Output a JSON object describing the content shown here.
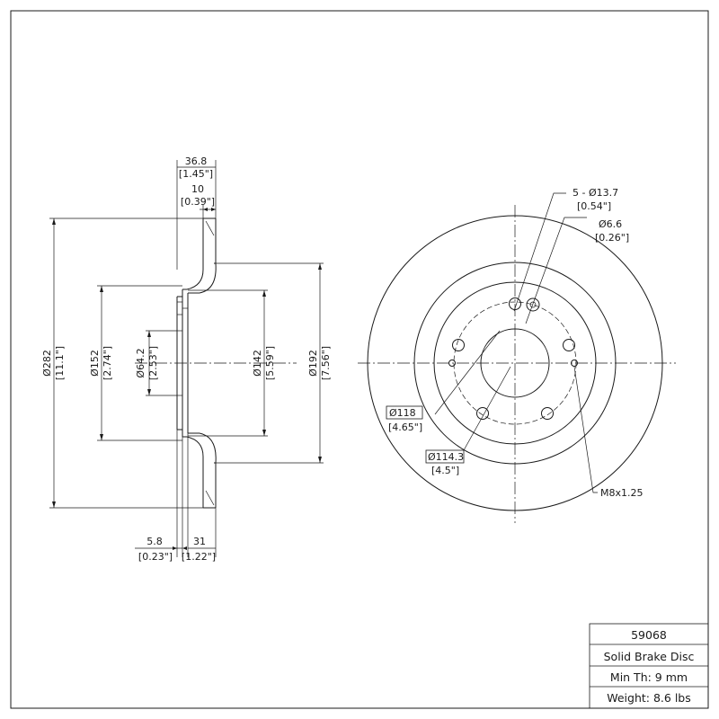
{
  "side_view": {
    "overall_width": {
      "mm": "36.8",
      "in": "[1.45\"]"
    },
    "hat_depth": {
      "mm": "10",
      "in": "[0.39\"]"
    },
    "outer_diameter": {
      "mm": "Ø282",
      "in": "[11.1\"]"
    },
    "hat_diameter": {
      "mm": "Ø152",
      "in": "[2.74\"]"
    },
    "center_bore": {
      "mm": "Ø64.2",
      "in": "[2.53\"]"
    },
    "inner_hat": {
      "mm": "Ø142",
      "in": "[5.59\"]"
    },
    "friction_inner": {
      "mm": "Ø192",
      "in": "[7.56\"]"
    },
    "hat_thickness": {
      "mm": "5.8",
      "in": "[0.23\"]"
    },
    "rotor_height": {
      "mm": "31",
      "in": "[1.22\"]"
    }
  },
  "front_view": {
    "bolt_holes": {
      "mm": "5 - Ø13.7",
      "in": "[0.54\"]"
    },
    "small_hole": {
      "mm": "Ø6.6",
      "in": "[0.26\"]"
    },
    "pcd_outer": {
      "mm": "Ø118",
      "in": "[4.65\"]"
    },
    "pcd_bolt": {
      "mm": "Ø114.3",
      "in": "[4.5\"]"
    },
    "thread": "M8x1.25"
  },
  "title_block": {
    "part_number": "59068",
    "description": "Solid Brake Disc",
    "min_thickness": "Min Th: 9 mm",
    "weight": "Weight: 8.6 lbs"
  }
}
